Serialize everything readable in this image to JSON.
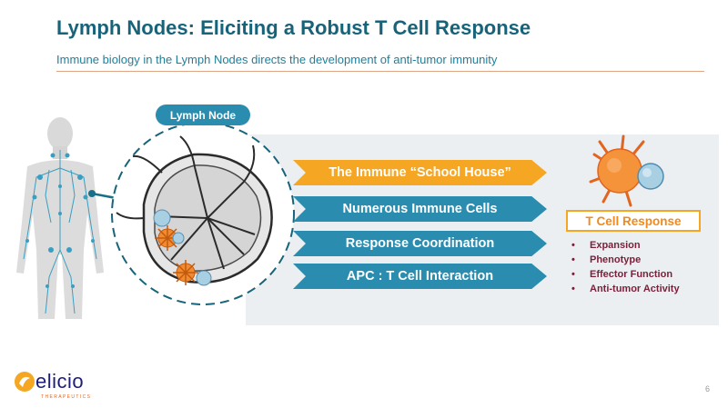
{
  "header": {
    "title": "Lymph Nodes: Eliciting a Robust T Cell Response",
    "subtitle": "Immune biology in the Lymph Nodes directs the development of anti-tumor immunity"
  },
  "diagram": {
    "lymph_node_label": "Lymph Node",
    "arrows": [
      {
        "label": "The Immune “School House”",
        "color": "#f5a623"
      },
      {
        "label": "Numerous Immune Cells",
        "color": "#2a8db0"
      },
      {
        "label": "Response Coordination",
        "color": "#2a8db0"
      },
      {
        "label": "APC : T Cell Interaction",
        "color": "#2a8db0"
      }
    ],
    "t_cell_response": {
      "title": "T Cell Response",
      "items": [
        "Expansion",
        "Phenotype",
        "Effector Function",
        "Anti-tumor Activity"
      ]
    }
  },
  "footer": {
    "brand": "elicio",
    "brand_sub": "THERAPEUTICS",
    "page_number": "6"
  },
  "colors": {
    "title": "#17647a",
    "accent_orange": "#f5a623",
    "accent_blue": "#2a8db0",
    "bullet_text": "#7a1f3a"
  }
}
